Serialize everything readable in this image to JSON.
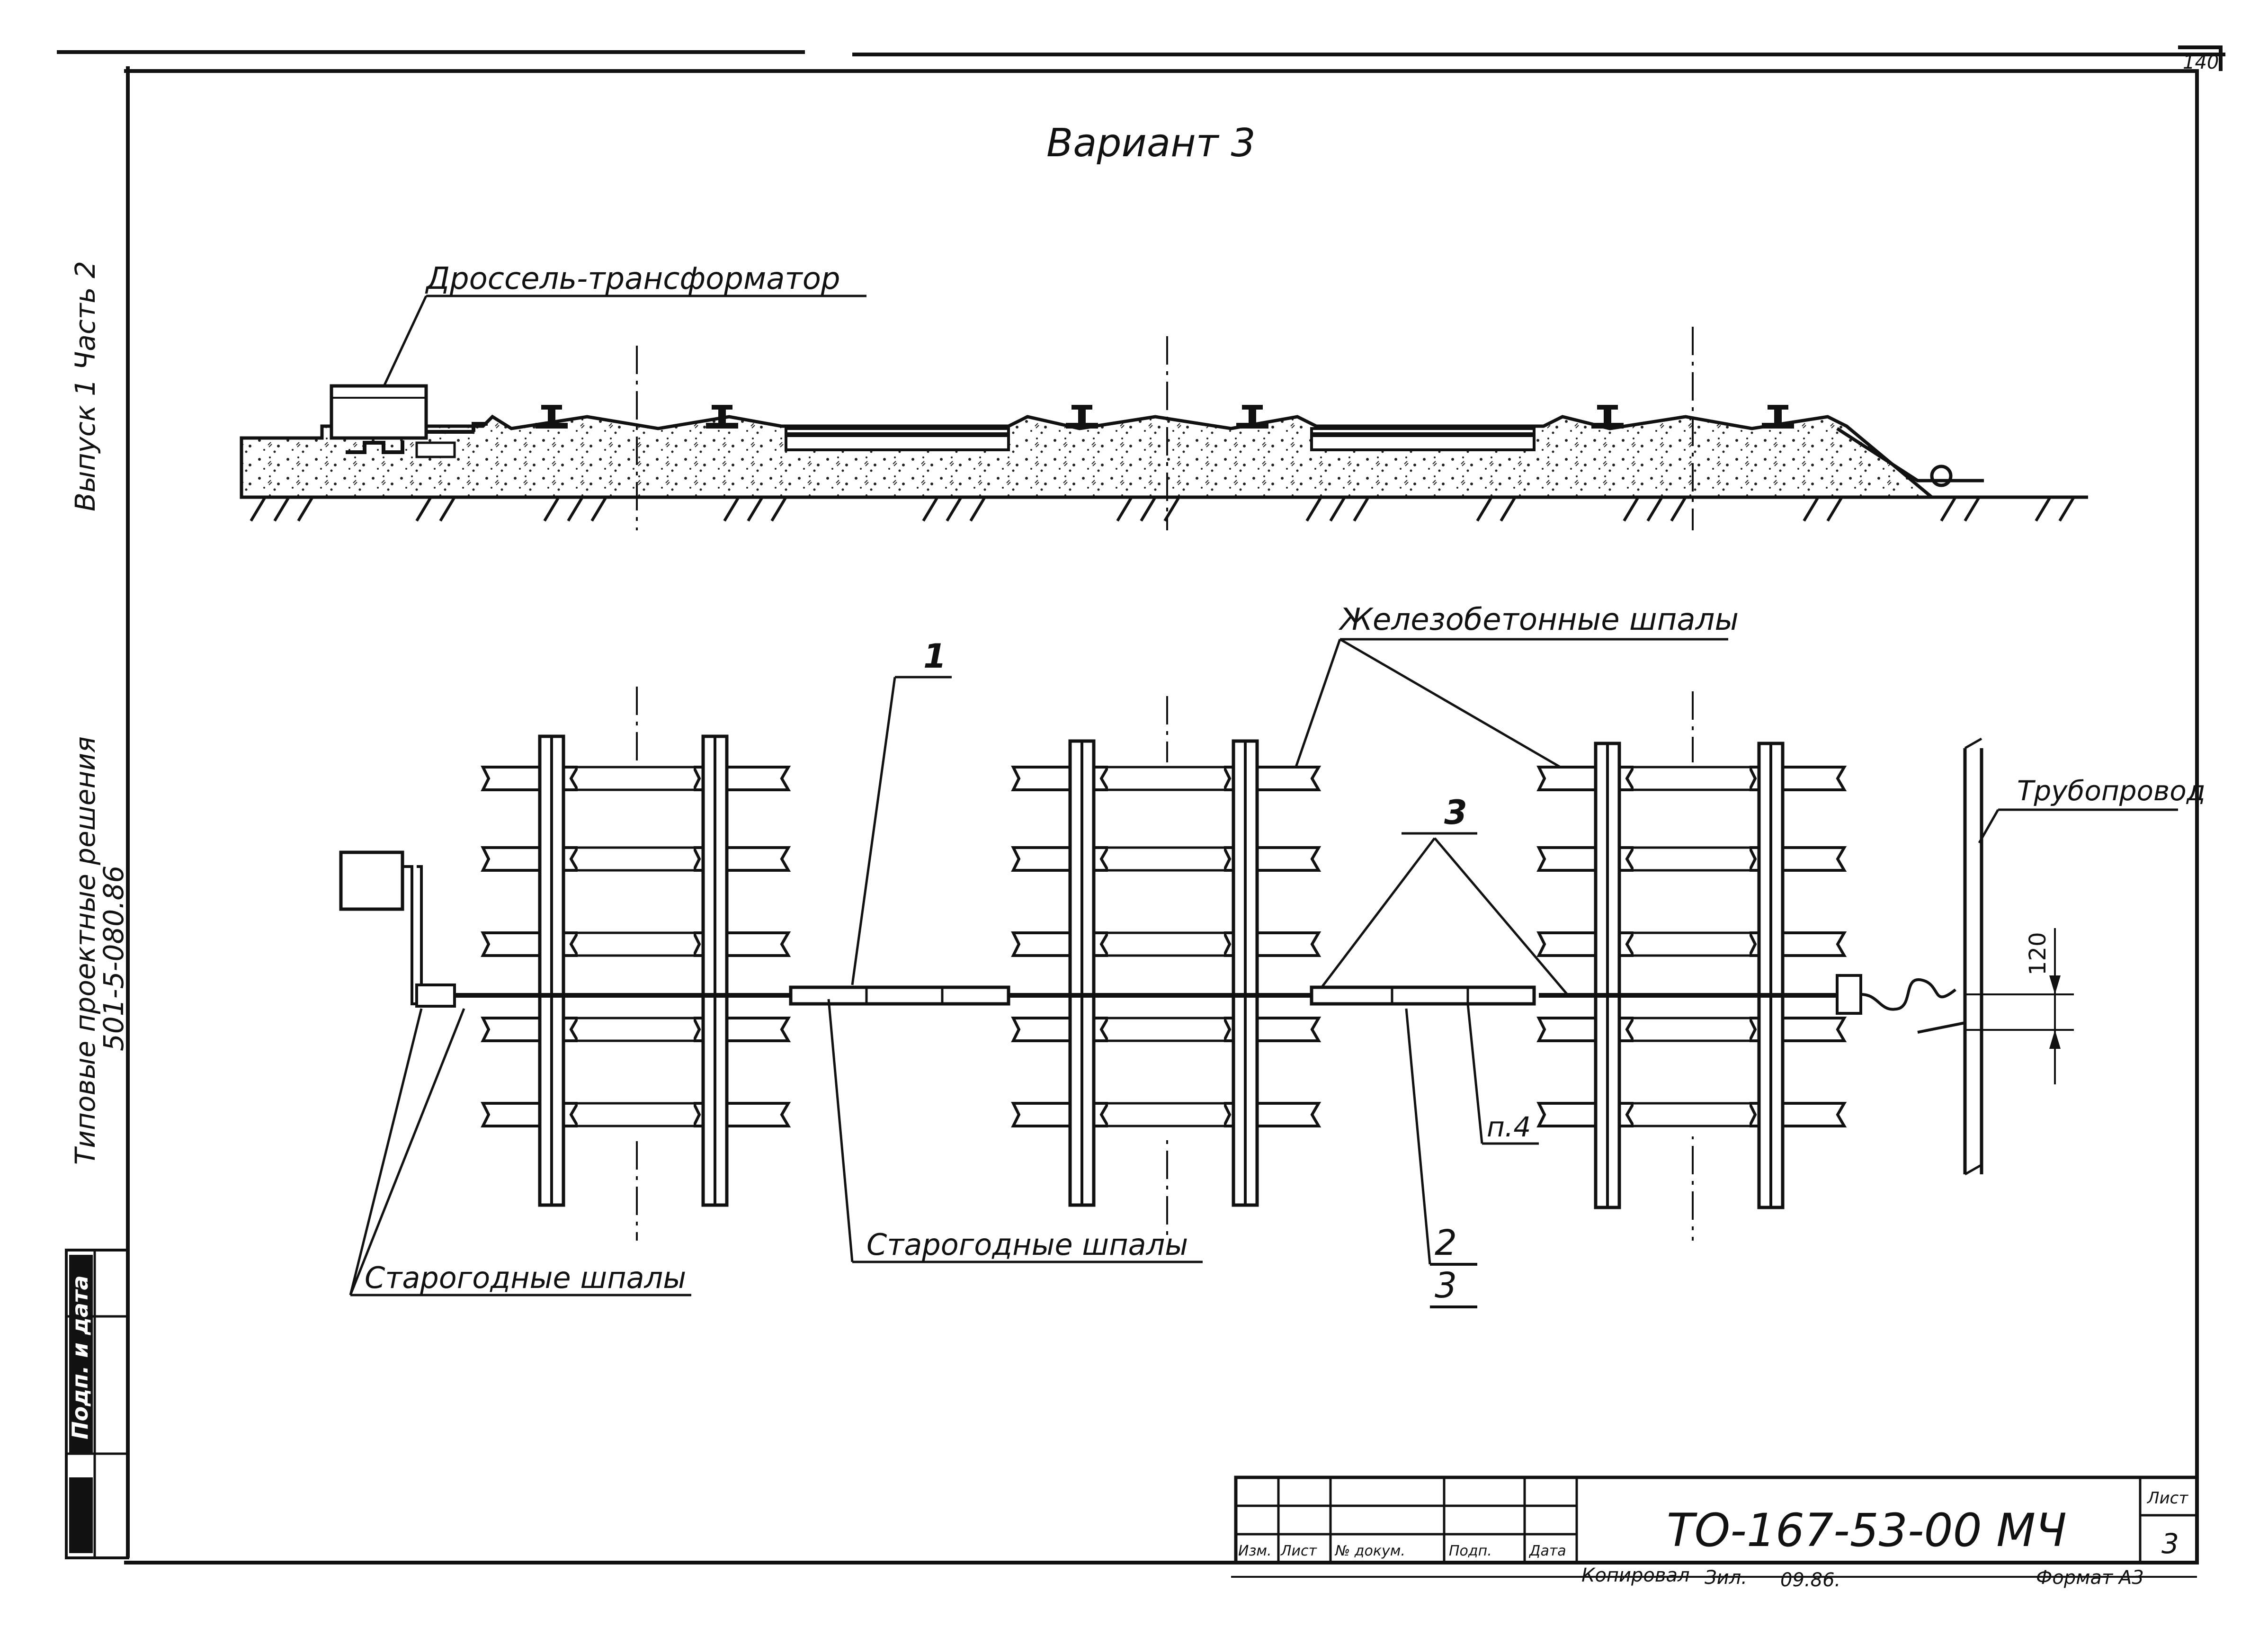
{
  "sheet_corner_number": "140",
  "title": "Вариант 3",
  "side_text": {
    "line1": "Выпуск 1   Часть 2",
    "line2": "Типовые проектные решения",
    "line3": "501-5-080.86"
  },
  "left_stamp_label": "Подп. и дата",
  "labels": {
    "choke_transformer": "Дроссель-трансформатор",
    "concrete_sleepers": "Железобетонные шпалы",
    "pipeline": "Трубопровод",
    "old_sleepers_left": "Старогодные шпалы",
    "old_sleepers_middle": "Старогодные шпалы",
    "callout_1": "1",
    "callout_3": "3",
    "callout_p4": "п.4",
    "fraction_top": "2",
    "fraction_bottom": "3",
    "dimension_120": "120"
  },
  "title_block": {
    "designation": "ТО-167-53-00 МЧ",
    "sheet_label": "Лист",
    "sheet_number": "3",
    "columns": [
      "Изм.",
      "Лист",
      "№ докум.",
      "Подп.",
      "Дата"
    ]
  },
  "footer": {
    "copied": "Копировал",
    "copied_sign": "Зил.",
    "copied_date": "09.86.",
    "format": "Формат А3"
  }
}
